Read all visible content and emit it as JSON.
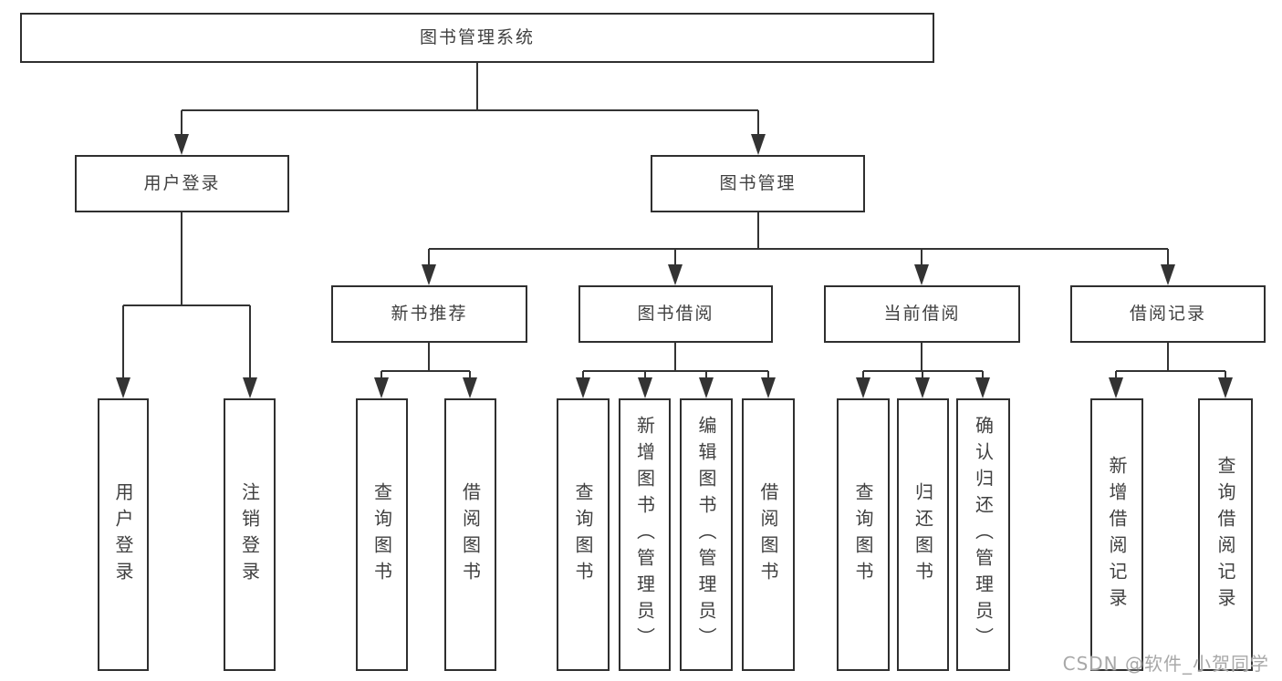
{
  "diagram": {
    "root": "图书管理系统",
    "level2": [
      "用户登录",
      "图书管理"
    ],
    "level3": [
      "新书推荐",
      "图书借阅",
      "当前借阅",
      "借阅记录"
    ],
    "leaves": {
      "user_login": [
        "用户登录",
        "注销登录"
      ],
      "new_books": [
        "查询图书",
        "借阅图书"
      ],
      "book_borrow": [
        "查询图书",
        "新增图书（管理员）",
        "编辑图书（管理员）",
        "借阅图书"
      ],
      "current_borrow": [
        "查询图书",
        "归还图书",
        "确认归还（管理员）"
      ],
      "borrow_records": [
        "新增借阅记录",
        "查询借阅记录"
      ]
    }
  },
  "watermark": {
    "text": "CSDN @软件_小贺同学"
  },
  "colors": {
    "line": "#333333",
    "box_border": "#2f2f2f",
    "text": "#404040",
    "watermark": "#a8a8a8",
    "background": "#ffffff"
  }
}
